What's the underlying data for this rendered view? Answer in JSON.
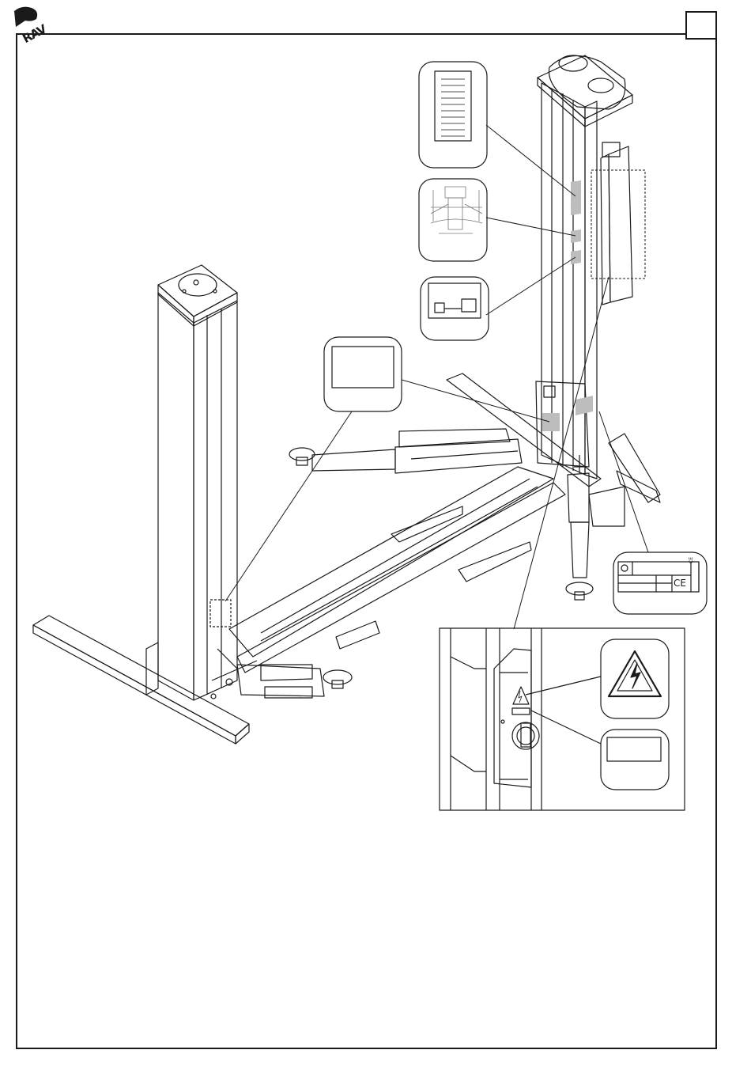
{
  "header": {
    "logo_text": "RAV",
    "logo_icon": "brand-logo-icon",
    "page_number": ""
  },
  "labels": {
    "warning_icon": "electric-hazard-warning-icon",
    "ce_mark": "CE",
    "ce_mark_small": "CE"
  },
  "colors": {
    "line": "#1a1a1a",
    "label_fill": "#bdbdbd",
    "background": "#ffffff"
  }
}
